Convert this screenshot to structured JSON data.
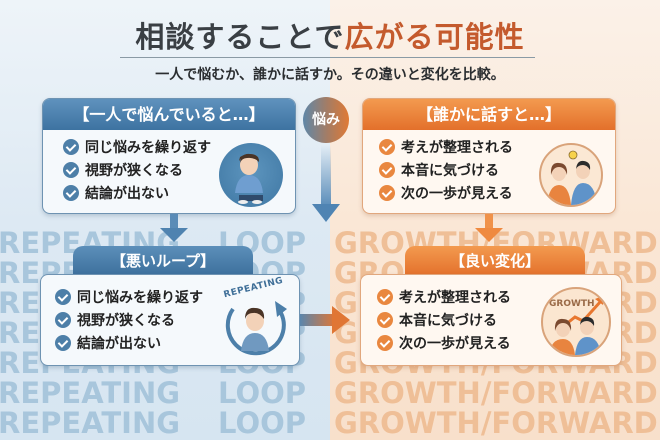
{
  "title": {
    "main": "相談することで",
    "accent": "広がる可能性",
    "subtitle": "一人で悩むか、誰かに話すか。その違いと変化を比較。"
  },
  "center_badge": {
    "label": "悩み"
  },
  "watermarks": {
    "left_word_1": "REPEATING",
    "left_word_2": "LOOP",
    "right_word": "GROWTH/FORWARD"
  },
  "alone_card": {
    "header": "【一人で悩んでいると…】",
    "items": [
      "同じ悩みを繰り返す",
      "視野が狭くなる",
      "結論が出ない"
    ],
    "illustration": "worried-person-sitting"
  },
  "talk_card": {
    "header": "【誰かに話すと…】",
    "items": [
      "考えが整理される",
      "本音に気づける",
      "次の一歩が見える"
    ],
    "illustration": "two-people-talking-lightbulb"
  },
  "bad_loop_card": {
    "header": "【悪いループ】",
    "items": [
      "同じ悩みを繰り返す",
      "視野が狭くなる",
      "結論が出ない"
    ],
    "illustration_label": "REPEATING"
  },
  "good_change_card": {
    "header": "【良い変化】",
    "items": [
      "考えが整理される",
      "本音に気づける",
      "次の一歩が見える"
    ],
    "illustration_label": "GROWTH"
  },
  "colors": {
    "blue_accent": "#3d73a1",
    "orange_accent": "#e3702b",
    "title_accent": "#c45a2d",
    "title_text": "#3a3f44"
  }
}
